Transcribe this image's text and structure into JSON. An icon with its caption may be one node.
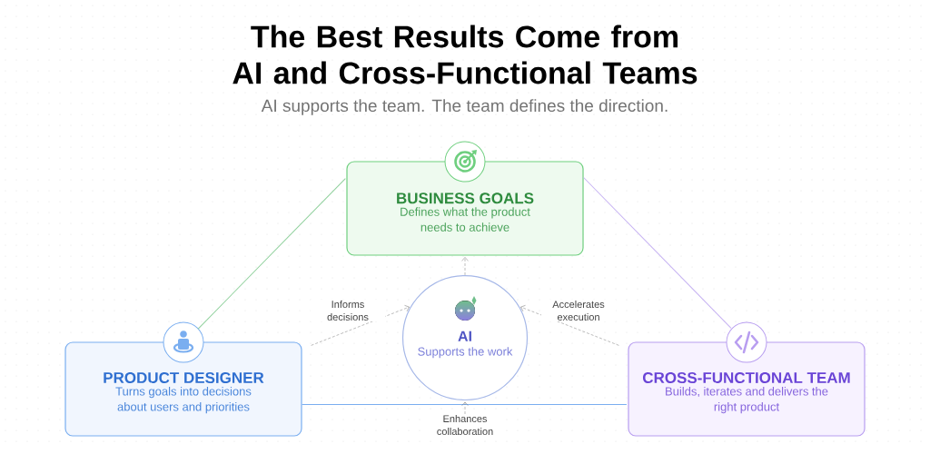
{
  "diagram": {
    "title": "The Best Results Come from AI and Cross-Functional Teams",
    "nodes": [
      {
        "text": [
          "BUSINESS GOALS",
          "Defines what the product needs to achieve"
        ]
      },
      {
        "text": [
          "PRODUCT DESIGNER",
          "Turns goals into decisions about users and priorities"
        ]
      },
      {
        "text": [
          "AI",
          "Supports the work"
        ]
      },
      {
        "text": [
          "CROSS-FUNCTIONAL TEAM",
          "Builds, iterates and delivers the right product"
        ]
      }
    ],
    "edges": [
      {
        "from": 1,
        "to": 0,
        "arrow": "none",
        "color": "#8fd09c"
      },
      {
        "from": 0,
        "to": 3,
        "arrow": "none",
        "color": "#c6b2f2"
      },
      {
        "from": 1,
        "to": 3,
        "arrow": "none",
        "color": "#7aaef0"
      },
      {
        "from": 1,
        "to": 2,
        "arrow": "to",
        "style": "dashed",
        "color": "#555555",
        "label": "Informs decisions"
      },
      {
        "from": 3,
        "to": 2,
        "arrow": "to",
        "style": "dashed",
        "color": "#555555",
        "label": "Accelerates execution"
      },
      {
        "from": 2,
        "to": 0,
        "arrow": "to",
        "style": "dashed",
        "color": "#555555"
      },
      {
        "from": null,
        "to": 2,
        "arrow": "to",
        "style": "dashed",
        "color": "#555555",
        "label": "Enhances collaboration"
      }
    ],
    "labels": [
      "AI supports the team. The team defines the direction."
    ]
  }
}
